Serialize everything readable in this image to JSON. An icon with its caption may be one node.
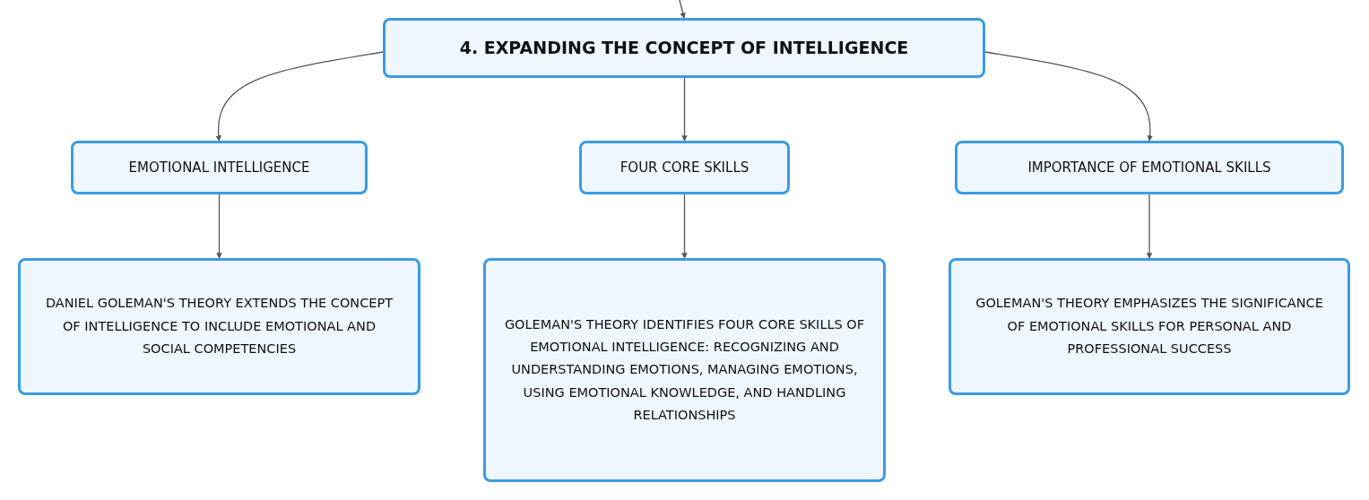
{
  "diagram": {
    "nodes": [
      {
        "text": [
          "4. EXPANDING THE CONCEPT OF INTELLIGENCE"
        ]
      },
      {
        "text": [
          "EMOTIONAL INTELLIGENCE"
        ]
      },
      {
        "text": [
          "FOUR CORE SKILLS"
        ]
      },
      {
        "text": [
          "IMPORTANCE OF EMOTIONAL SKILLS"
        ]
      },
      {
        "text": [
          "DANIEL GOLEMAN'S THEORY EXTENDS THE CONCEPT OF INTELLIGENCE TO INCLUDE EMOTIONAL AND SOCIAL COMPETENCIES"
        ]
      },
      {
        "text": [
          "GOLEMAN'S THEORY IDENTIFIES FOUR CORE SKILLS OF EMOTIONAL INTELLIGENCE: RECOGNIZING AND UNDERSTANDING EMOTIONS, MANAGING EMOTIONS, USING EMOTIONAL KNOWLEDGE, AND HANDLING RELATIONSHIPS"
        ]
      },
      {
        "text": [
          "GOLEMAN'S THEORY EMPHASIZES THE SIGNIFICANCE OF EMOTIONAL SKILLS FOR PERSONAL AND PROFESSIONAL SUCCESS"
        ]
      }
    ],
    "edges": [
      {
        "from": null,
        "to": 0,
        "arrow": "to"
      },
      {
        "from": 0,
        "to": 1,
        "arrow": "to"
      },
      {
        "from": 0,
        "to": 2,
        "arrow": "to"
      },
      {
        "from": 0,
        "to": 3,
        "arrow": "to"
      },
      {
        "from": 1,
        "to": 4,
        "arrow": "to"
      },
      {
        "from": 2,
        "to": 5,
        "arrow": "to"
      },
      {
        "from": 3,
        "to": 6,
        "arrow": "to"
      }
    ]
  }
}
